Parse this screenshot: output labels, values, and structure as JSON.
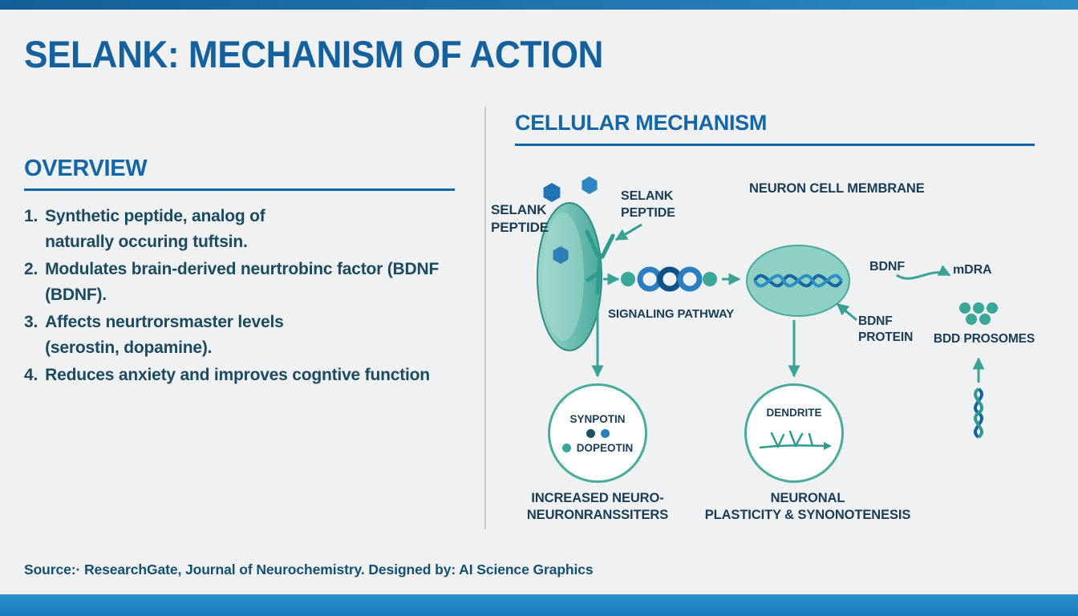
{
  "colors": {
    "accent_blue": "#1566a8",
    "teal": "#3aa296",
    "navy": "#1b3c55",
    "bar_blue": "#1b7cbd"
  },
  "title": "SELANK: MECHANISM OF ACTION",
  "overview": {
    "heading": "OVERVIEW",
    "items": [
      {
        "num": "1.",
        "text": "Synthetic peptide, analog of\nnaturally occuring tuftsin."
      },
      {
        "num": "2.",
        "text": "Modulates brain-derived neurtrobinc factor (BDNF\n(BDNF)."
      },
      {
        "num": "3.",
        "text": "Affects neurtrorsmaster levels\n(serostin, dopamine)."
      },
      {
        "num": "4.",
        "text": "Reduces anxiety and improves cogntive function"
      }
    ]
  },
  "mechanism": {
    "heading": "CELLULAR MECHANISM",
    "labels": {
      "selank_peptide_left": "SELANK\nPEPTIDE",
      "selank_peptide_top": "SELANK\nPEPTIDE",
      "neuron_cell_membrane": "NEURON CELL MEMBRANE",
      "signaling_pathway": "SIGNALING PATHWAY",
      "bdnf": "BDNF",
      "mdra": "mDRA",
      "bdnf_protein": "BDNF\nPROTEIN",
      "bdd_prosomes": "BDD PROSOMES",
      "synpotin": "SYNPOTIN",
      "dopeotin": "DOPEOTIN",
      "increased_neurotransmitters": "INCREASED NEURO-\nNEURONRANSSITERS",
      "dendrite": "DENDRITE",
      "neuronal_plasticity": "NEURONAL\nPLASTICITY & SYNONOTENESIS"
    }
  },
  "footer": {
    "source": "Source:· ResearchGate, Journal of Neurochemistry. Designed by: AI Science Graphics"
  }
}
